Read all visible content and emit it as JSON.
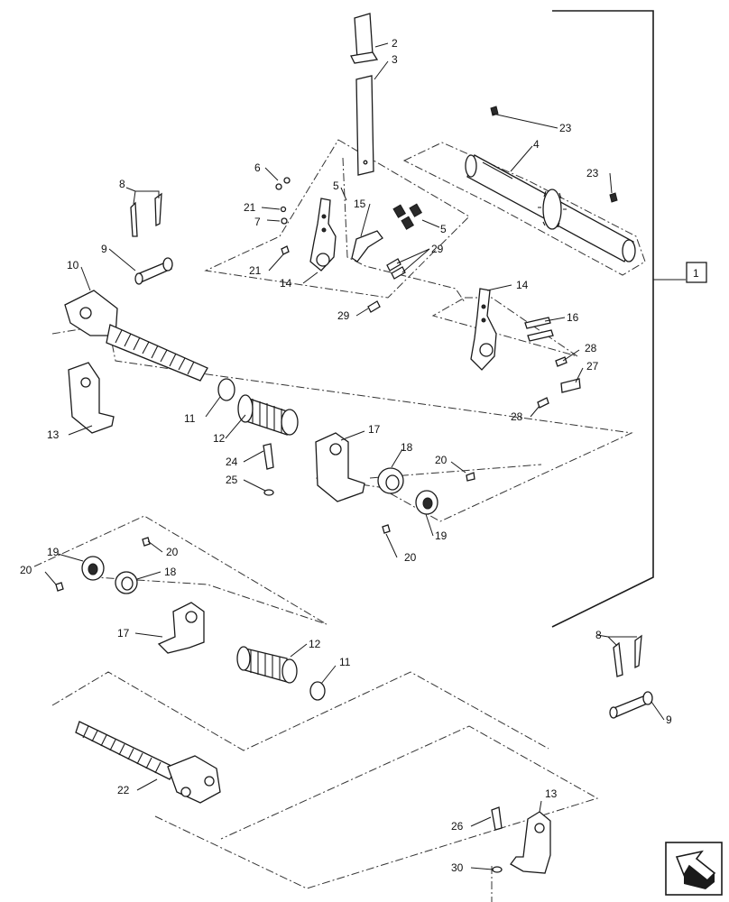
{
  "assembly_callout": "1",
  "callouts": {
    "c2": "2",
    "c3": "3",
    "c4": "4",
    "c5a": "5",
    "c5b": "5",
    "c6": "6",
    "c7": "7",
    "c8a": "8",
    "c8b": "8",
    "c9a": "9",
    "c9b": "9",
    "c10": "10",
    "c11a": "11",
    "c11b": "11",
    "c12a": "12",
    "c12b": "12",
    "c13a": "13",
    "c13b": "13",
    "c14a": "14",
    "c14b": "14",
    "c15": "15",
    "c16": "16",
    "c17a": "17",
    "c17b": "17",
    "c18a": "18",
    "c18b": "18",
    "c19a": "19",
    "c19b": "19",
    "c20a": "20",
    "c20b": "20",
    "c20c": "20",
    "c20d": "20",
    "c21a": "21",
    "c21b": "21",
    "c22": "22",
    "c23a": "23",
    "c23b": "23",
    "c24": "24",
    "c25": "25",
    "c26": "26",
    "c27": "27",
    "c28a": "28",
    "c28b": "28",
    "c29a": "29",
    "c29b": "29",
    "c30": "30"
  },
  "icons": {
    "direction_indicator": "arrow-icon",
    "line_color": "#1a1a1a"
  }
}
